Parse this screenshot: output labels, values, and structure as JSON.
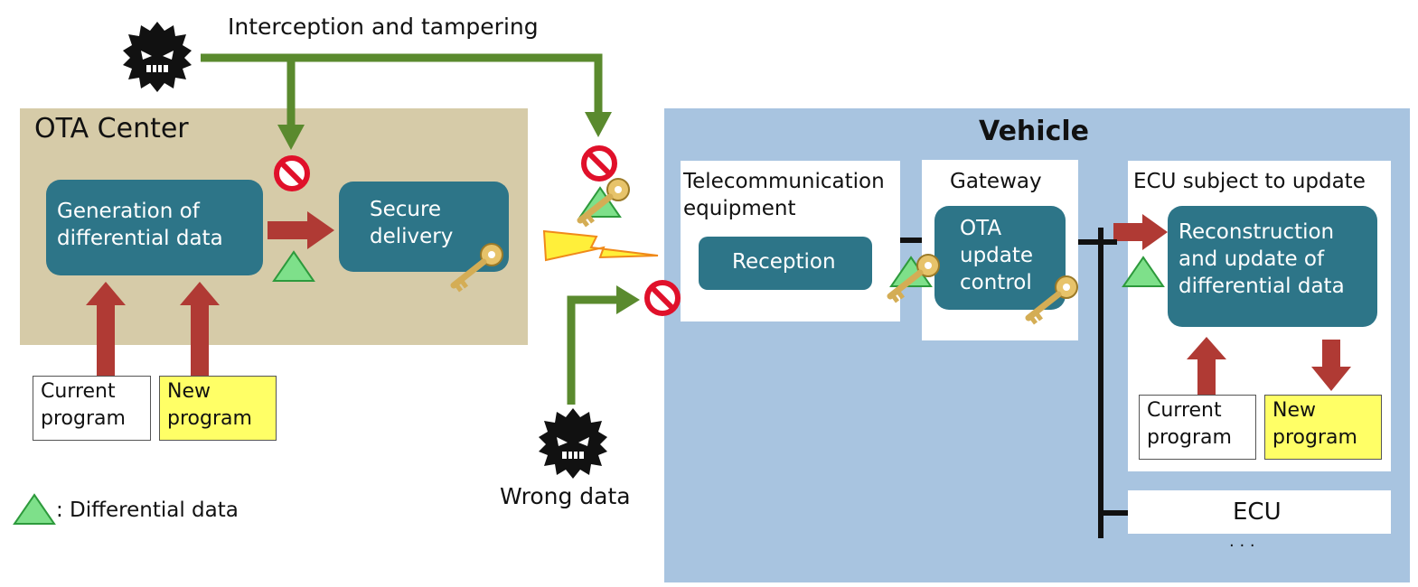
{
  "attack_top": {
    "label": "Interception and tampering"
  },
  "attack_bottom": {
    "label": "Wrong data"
  },
  "ota_center": {
    "title": "OTA Center",
    "generation": "Generation of differential data",
    "delivery": "Secure delivery",
    "current_program": "Current program",
    "new_program": "New program"
  },
  "legend": {
    "text": ": Differential data"
  },
  "vehicle": {
    "title": "Vehicle",
    "telecom": {
      "title": "Telecommunication equipment",
      "reception": "Reception"
    },
    "gateway": {
      "title": "Gateway",
      "control": "OTA update control"
    },
    "ecu_update": {
      "title": "ECU subject to update",
      "process": "Reconstruction and update of differential data",
      "current_program": "Current program",
      "new_program": "New program"
    },
    "ecu": {
      "label": "ECU",
      "more": ". . ."
    }
  },
  "colors": {
    "ota_bg": "#d6cba8",
    "vehicle_bg": "#a8c4e0",
    "process_box": "#2d7588",
    "attack_arrow": "#5a8a2e",
    "data_arrow": "#b03a34",
    "block_sign": "#e0102a",
    "new_program_bg": "#ffff66",
    "triangle": "#7ee08a"
  },
  "icons": [
    "attacker-icon",
    "prohibited-icon",
    "key-icon",
    "differential-data-triangle-icon",
    "lightning-icon"
  ]
}
